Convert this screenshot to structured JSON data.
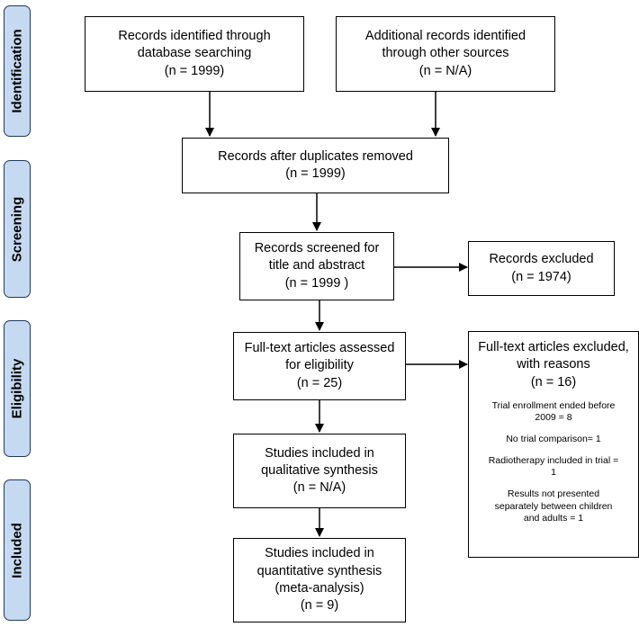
{
  "phases": {
    "identification": "Identification",
    "screening": "Screening",
    "eligibility": "Eligibility",
    "included": "Included"
  },
  "boxes": {
    "database_search": {
      "lines": [
        "Records identified through",
        "database searching",
        "(n = 1999)"
      ]
    },
    "other_sources": {
      "lines": [
        "Additional records identified",
        "through other sources",
        "(n = N/A)"
      ]
    },
    "after_duplicates": {
      "lines": [
        "Records after duplicates removed",
        "(n = 1999)"
      ]
    },
    "screened": {
      "lines": [
        "Records screened for",
        "title and abstract",
        "(n =  1999 )"
      ]
    },
    "excluded": {
      "lines": [
        "Records excluded",
        "(n = 1974)"
      ]
    },
    "fulltext_assessed": {
      "lines": [
        "Full-text articles assessed",
        "for eligibility",
        "(n = 25)"
      ]
    },
    "fulltext_excluded": {
      "lines": [
        "Full-text articles excluded,",
        "with reasons",
        "(n = 16)"
      ],
      "reasons": [
        [
          "Trial enrollment ended before",
          "2009 = 8"
        ],
        [
          "No trial comparison= 1"
        ],
        [
          "Radiotherapy included in trial =",
          "1"
        ],
        [
          "Results not presented",
          "separately between children",
          "and adults = 1"
        ]
      ]
    },
    "qualitative": {
      "lines": [
        "Studies included in",
        "qualitative synthesis",
        "(n = N/A)"
      ]
    },
    "quantitative": {
      "lines": [
        "Studies included in",
        "quantitative synthesis",
        "(meta-analysis)",
        "(n = 9)"
      ]
    }
  },
  "colors": {
    "phase_fill": "#c5d9f1",
    "phase_border": "#1f3864",
    "box_border": "#000000",
    "arrow": "#000000"
  }
}
